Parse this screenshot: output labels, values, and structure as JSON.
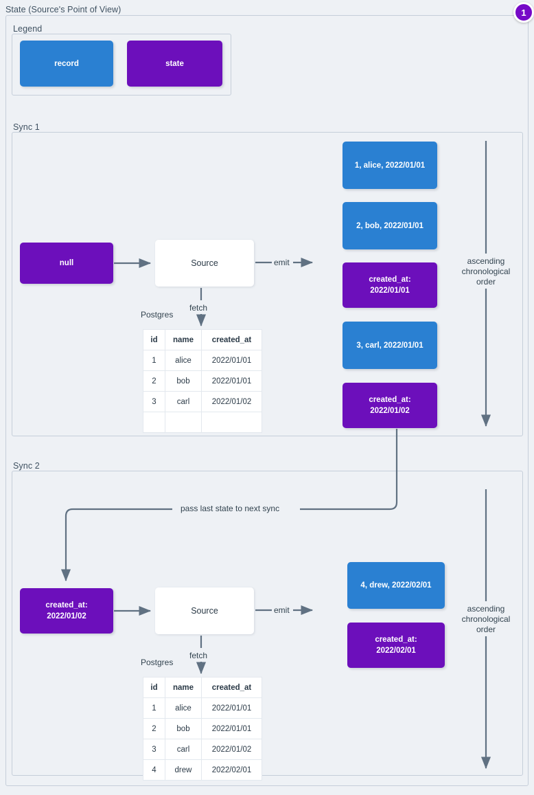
{
  "diagram": {
    "title": "State (Source's Point of View)",
    "badge": "1",
    "colors": {
      "record": "#2a80d2",
      "state": "#6c0fbb",
      "background": "#eef1f5",
      "border": "#c5ced9",
      "edge": "#607182",
      "badge": "#7609c7"
    }
  },
  "legend": {
    "title": "Legend",
    "items": [
      {
        "label": "record",
        "kind": "record"
      },
      {
        "label": "state",
        "kind": "state"
      }
    ]
  },
  "sync1": {
    "title": "Sync 1",
    "state_in": "null",
    "source": "Source",
    "emit_label": "emit",
    "fetch_label": "fetch",
    "db_label": "Postgres",
    "order_label": "ascending\nchronological\norder",
    "table": {
      "columns": [
        "id",
        "name",
        "created_at"
      ],
      "rows": [
        [
          "1",
          "alice",
          "2022/01/01"
        ],
        [
          "2",
          "bob",
          "2022/01/01"
        ],
        [
          "3",
          "carl",
          "2022/01/02"
        ],
        [
          "",
          "",
          ""
        ]
      ]
    },
    "emitted": [
      {
        "kind": "record",
        "text": "1, alice, 2022/01/01"
      },
      {
        "kind": "record",
        "text": "2, bob, 2022/01/01"
      },
      {
        "kind": "state",
        "text": "created_at:\n2022/01/01"
      },
      {
        "kind": "record",
        "text": "3, carl, 2022/01/01"
      },
      {
        "kind": "state",
        "text": "created_at:\n2022/01/02"
      }
    ]
  },
  "sync2": {
    "title": "Sync 2",
    "state_in": "created_at:\n2022/01/02",
    "source": "Source",
    "emit_label": "emit",
    "fetch_label": "fetch",
    "db_label": "Postgres",
    "order_label": "ascending\nchronological\norder",
    "pass_label": "pass last state to next sync",
    "table": {
      "columns": [
        "id",
        "name",
        "created_at"
      ],
      "rows": [
        [
          "1",
          "alice",
          "2022/01/01"
        ],
        [
          "2",
          "bob",
          "2022/01/01"
        ],
        [
          "3",
          "carl",
          "2022/01/02"
        ],
        [
          "4",
          "drew",
          "2022/02/01"
        ]
      ]
    },
    "emitted": [
      {
        "kind": "record",
        "text": "4, drew, 2022/02/01"
      },
      {
        "kind": "state",
        "text": "created_at:\n2022/02/01"
      }
    ]
  }
}
